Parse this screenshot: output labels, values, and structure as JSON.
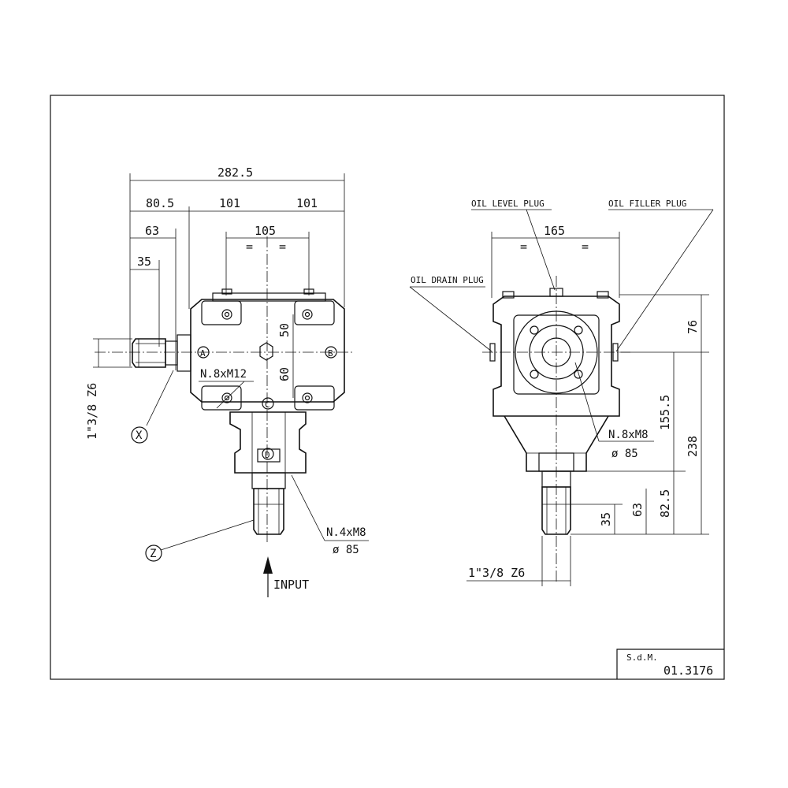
{
  "dimensions_left": {
    "overall": "282.5",
    "shaft_offset": "80.5",
    "half_left": "101",
    "half_right": "101",
    "shaft_63": "63",
    "bolt_pitch": "105",
    "shaft_35": "35",
    "equal_mark": "=",
    "vert_50": "50",
    "vert_60": "60"
  },
  "labels_left": {
    "point_a": "A",
    "point_b": "B",
    "point_c": "C",
    "point_d": "D",
    "side_holes": "N.8xM12",
    "bottom_holes": "N.4xM8",
    "bottom_diameter": "ø 85",
    "shaft_spec": "1\"3/8 Z6",
    "callout_x": "X",
    "callout_z": "Z",
    "input": "INPUT"
  },
  "dimensions_right": {
    "flange_width": "165",
    "equal_mark": "=",
    "height_76": "76",
    "height_155": "155.5",
    "height_238": "238",
    "height_82": "82.5",
    "height_63": "63",
    "height_35": "35"
  },
  "labels_right": {
    "oil_level": "OIL LEVEL PLUG",
    "oil_filler": "OIL FILLER PLUG",
    "oil_drain": "OIL DRAIN PLUG",
    "front_holes": "N.8xM8",
    "front_diameter": "ø 85",
    "shaft_spec": "1\"3/8 Z6"
  },
  "title_block": {
    "company": "S.d.M.",
    "code": "01.3176"
  }
}
